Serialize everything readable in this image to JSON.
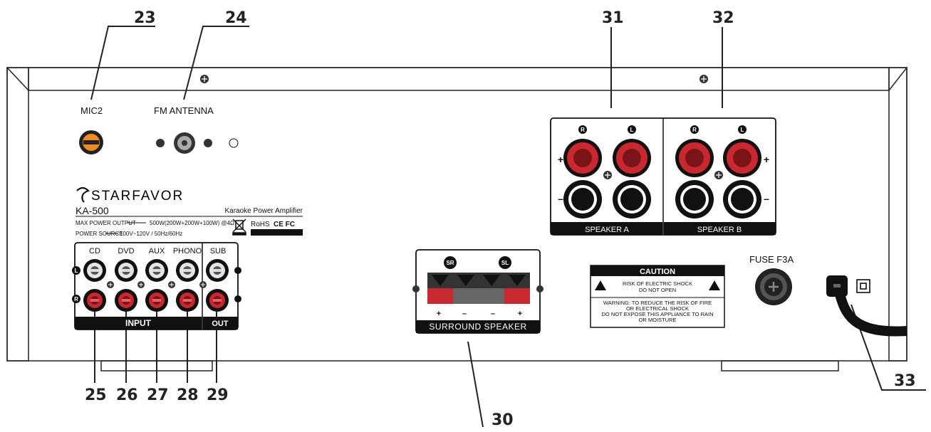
{
  "callouts": [
    "23",
    "24",
    "25",
    "26",
    "27",
    "28",
    "29",
    "30",
    "31",
    "32",
    "33"
  ],
  "labels": {
    "mic2": "MIC2",
    "fm_antenna": "FM ANTENNA",
    "fuse": "FUSE  F3A"
  },
  "brand": {
    "name": "STARFAVOR",
    "model": "KA-500",
    "product": "Karaoke Power Amplifier",
    "max_power": "MAX POWER OUTPUT",
    "max_power_value": "500W(200W+200W+100W) @4Ω",
    "power_source": "POWER SOURCE",
    "power_source_value": "100V~120V / 50Hz/60Hz",
    "rohs": "RoHS",
    "cert": "CE FC"
  },
  "input_panel": {
    "channels": [
      "CD",
      "DVD",
      "AUX",
      "PHONO"
    ],
    "sub": "SUB",
    "input_label": "INPUT",
    "out_label": "OUT",
    "side_l": "L",
    "side_r": "R"
  },
  "surround": {
    "sr": "SR",
    "sl": "SL",
    "polarity": [
      "+",
      "–",
      "–",
      "+"
    ],
    "label": "SURROUND SPEAKER"
  },
  "speakers": {
    "a_label": "SPEAKER  A",
    "b_label": "SPEAKER  B",
    "r": "R",
    "l": "L",
    "plus": "+",
    "minus": "–"
  },
  "caution": {
    "title": "CAUTION",
    "line1": "RISK OF ELECTRIC SHOCK",
    "line2": "DO NOT OPEN",
    "warn1": "WARNING: TO REDUCE THE RISK OF FIRE",
    "warn2": "OR ELECTRICAL SHOCK",
    "warn3": "DO NOT EXPOSE THIS APPLIANCE TO RAIN",
    "warn4": "OR MOISTURE"
  }
}
